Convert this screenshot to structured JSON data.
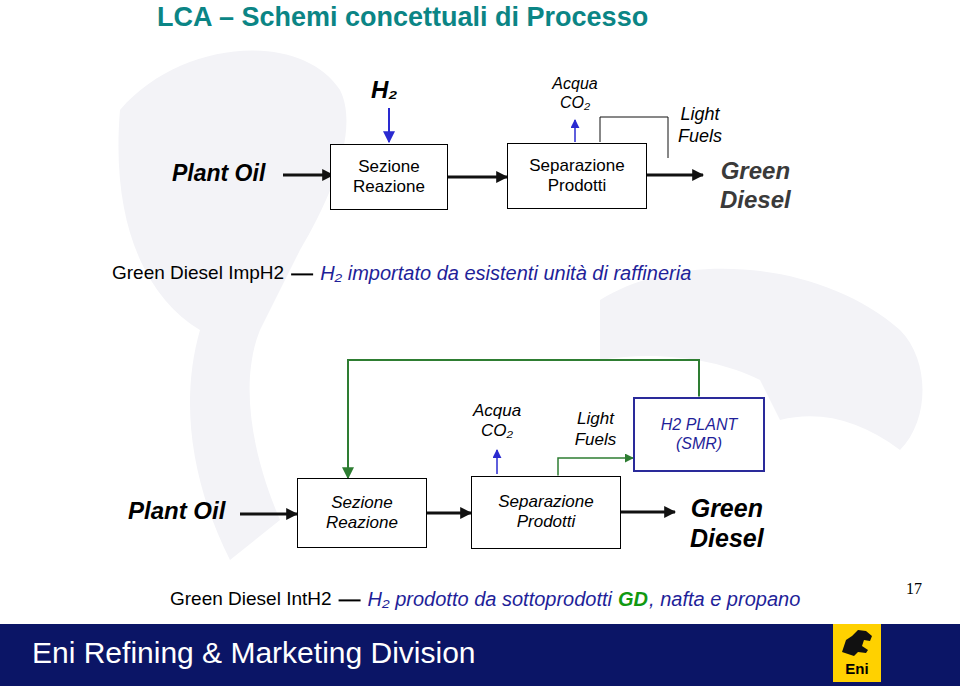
{
  "diagram": {
    "title": "LCA – Schemi concettuali di Processo",
    "nodes": [
      {
        "text": [
          "Sezione Reazione"
        ]
      },
      {
        "text": [
          "Separazione Prodotti"
        ]
      },
      {
        "text": [
          "H2 PLANT (SMR)"
        ]
      },
      {
        "text": [
          "Sezione Reazione"
        ]
      },
      {
        "text": [
          "Separazione Prodotti"
        ]
      }
    ],
    "edges": [
      {
        "from": 0,
        "to": 1,
        "arrow": "to"
      },
      {
        "from": 3,
        "to": 4,
        "arrow": "to"
      },
      {
        "from": 4,
        "to": 2,
        "label": "Light Fuels",
        "arrow": "to"
      },
      {
        "from": 2,
        "to": 3,
        "arrow": "to"
      }
    ],
    "labels": [
      "Plant Oil",
      "H₂",
      "Acqua CO₂",
      "Light Fuels",
      "Green Diesel",
      "Green Diesel ImpH2",
      "H₂ importato da esistenti unità di raffineria",
      "Acqua CO₂",
      "Plant Oil",
      "Green Diesel",
      "Green Diesel IntH2",
      "H₂ prodotto da sottoprodotti",
      "GD",
      ", nafta e propano",
      "17",
      "Eni Refining & Marketing Division",
      "Eni"
    ]
  }
}
